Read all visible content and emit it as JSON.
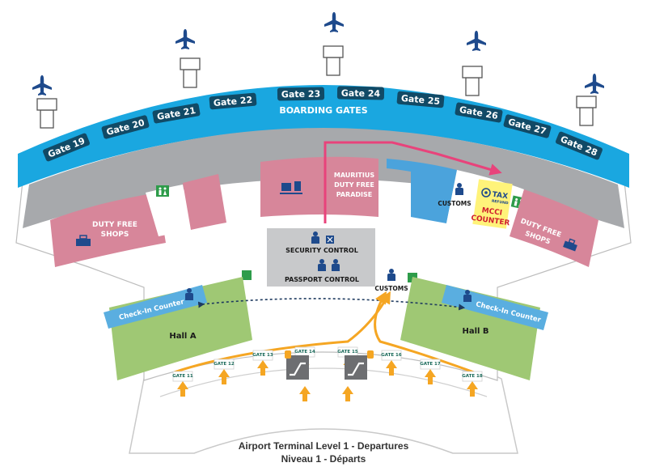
{
  "map": {
    "boarding_label": "BOARDING GATES",
    "gates": [
      "Gate 19",
      "Gate 20",
      "Gate 21",
      "Gate 22",
      "Gate 23",
      "Gate 24",
      "Gate 25",
      "Gate 26",
      "Gate 27",
      "Gate 28"
    ],
    "lower_gates": [
      "GATE 11",
      "GATE 12",
      "GATE 13",
      "GATE 14",
      "GATE 15",
      "GATE 16",
      "GATE 17",
      "GATE 18"
    ],
    "shop_left": [
      "DUTY FREE",
      "SHOPS"
    ],
    "shop_right": [
      "DUTY FREE",
      "SHOPS"
    ],
    "mauritius_lines": [
      "MAURITIUS",
      "DUTY FREE",
      "PARADISE"
    ],
    "security_label": "SECURITY CONTROL",
    "passport_label": "PASSPORT CONTROL",
    "customs_label_top": "CUSTOMS",
    "customs_label_mid": "CUSTOMS",
    "tax_label": "TAX",
    "tax_sub": "REFUND",
    "mcci_lines": [
      "MCCI",
      "COUNTER"
    ],
    "checkin_left": "Check-In Counter",
    "checkin_right": "Check-In Counter",
    "hall_a": "Hall A",
    "hall_b": "Hall B",
    "caption_line1": "Airport Terminal Level 1 - Departures",
    "caption_line2": "Niveau 1 - Départs"
  },
  "colors": {
    "boarding_band": "#1aa7e0",
    "grey_band": "#a7a9ac",
    "shop_pink": "#d7869a",
    "customs_blue": "#4ba3dc",
    "hall_green": "#9fc874",
    "checkin_blue": "#5aaee0",
    "security_grey": "#c8c9cb",
    "gate_pill": "#114a66",
    "route_pink": "#e8437b",
    "route_orange": "#f5a623",
    "mcci_yellow": "#fff37a",
    "icon_navy": "#1e4a8c"
  },
  "icons": [
    "airplane-icon",
    "toilet-icon",
    "customs-officer-icon",
    "passport-officer-icon",
    "security-officer-icon",
    "shopping-cart-icon",
    "luggage-icon",
    "escalator-icon",
    "phone-icon",
    "tax-refund-icon"
  ]
}
